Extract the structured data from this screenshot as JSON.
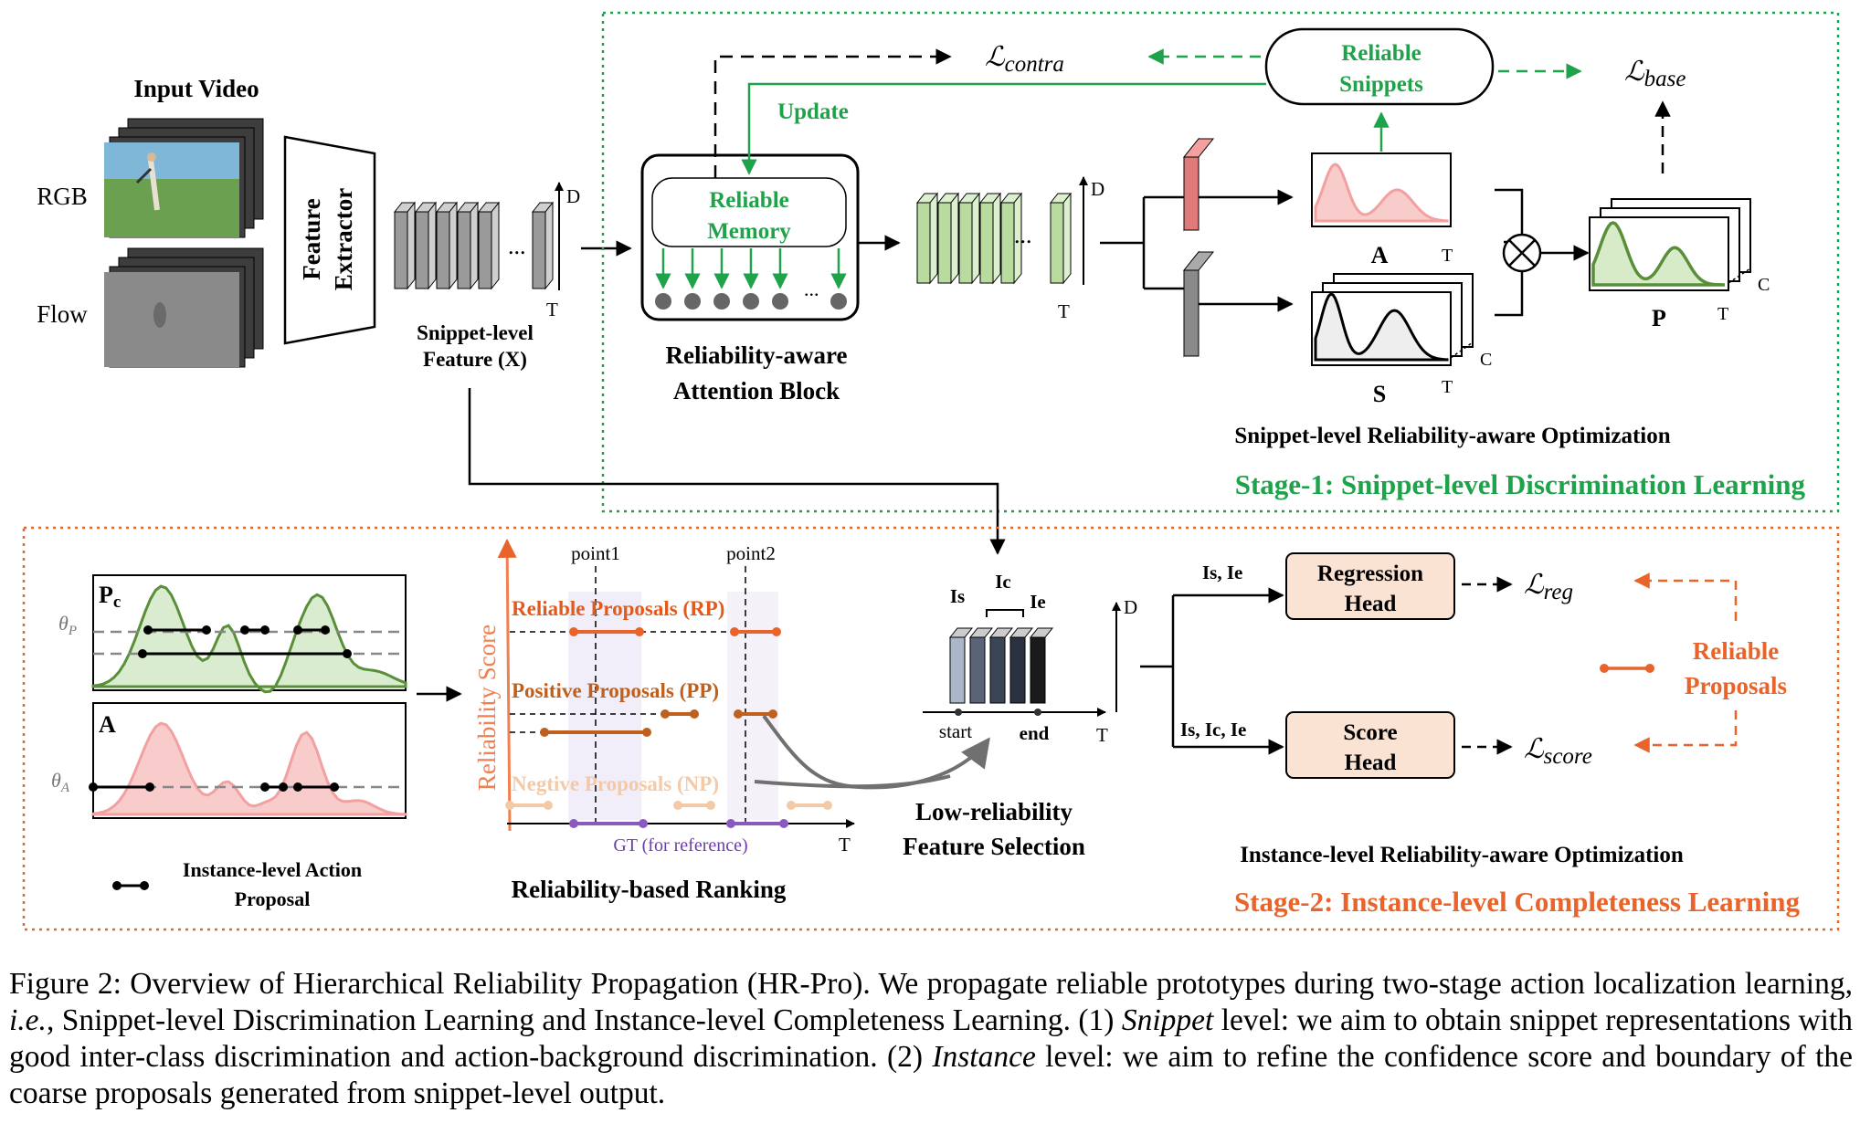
{
  "input": {
    "title": "Input Video",
    "rgb": "RGB",
    "flow": "Flow",
    "extractor_line1": "Feature",
    "extractor_line2": "Extractor",
    "dots": "...",
    "axis_d": "D",
    "axis_t": "T",
    "feature_label_line1": "Snippet-level",
    "feature_label_line2": "Feature (X)"
  },
  "stage1": {
    "title": "Stage-1: Snippet-level  Discrimination  Learning",
    "loss_contra": "ℒ",
    "loss_contra_sub": "contra",
    "loss_base": "ℒ",
    "loss_base_sub": "base",
    "reliable_snippets_line1": "Reliable",
    "reliable_snippets_line2": "Snippets",
    "update": "Update",
    "memory_line1": "Reliable",
    "memory_line2": "Memory",
    "memory_dots": "...",
    "attention_line1": "Reliability-aware",
    "attention_line2": "Attention Block",
    "dots": "...",
    "axis_d": "D",
    "axis_t": "T",
    "a_label": "A",
    "s_label": "S",
    "p_label": "P",
    "axis_c": "C",
    "opt_label": "Snippet-level Reliability-aware Optimization"
  },
  "stage2": {
    "title": "Stage-2: Instance-level  Completeness  Learning",
    "pc_label": "P",
    "pc_sub": "c",
    "theta_p": "θ",
    "theta_p_sub": "P",
    "a_label": "A",
    "theta_a": "θ",
    "theta_a_sub": "A",
    "proposal_legend_line1": "Instance-level Action",
    "proposal_legend_line2": "Proposal",
    "ranking": {
      "yaxis": "Reliability Score",
      "point1": "point1",
      "point2": "point2",
      "rp": "Reliable Proposals (RP)",
      "pp": "Positive Proposals (PP)",
      "np": "Negtive Proposals (NP)",
      "gt": "GT (for reference)",
      "axis_t": "T",
      "title": "Reliability-based Ranking"
    },
    "selection": {
      "is": "Is",
      "ic": "Ic",
      "ie": "Ie",
      "start": "start",
      "end": "end",
      "axis_d": "D",
      "axis_t": "T",
      "title_line1": "Low-reliability",
      "title_line2": "Feature Selection"
    },
    "branch_top": "Is, Ie",
    "branch_bottom": "Is, Ic, Ie",
    "regression_line1": "Regression",
    "regression_line2": "Head",
    "score_line1": "Score",
    "score_line2": "Head",
    "loss_reg": "ℒ",
    "loss_reg_sub": "reg",
    "loss_score": "ℒ",
    "loss_score_sub": "score",
    "reliable_props_line1": "Reliable",
    "reliable_props_line2": "Proposals",
    "opt_label": "Instance-level Reliability-aware Optimization"
  },
  "caption": {
    "fig_label": "Figure 2:",
    "text1": " Overview of Hierarchical Reliability Propagation (HR-Pro). We propagate reliable prototypes during two-stage action localization learning, ",
    "ie": "i.e.",
    "text2": ", Snippet-level Discrimination Learning and Instance-level Completeness Learning. (1) ",
    "snippet": "Snippet",
    "text3": " level: we aim to obtain snippet representations with good inter-class discrimination and action-background discrimination. (2) ",
    "instance": "Instance",
    "text4": " level: we aim to refine the confidence score and boundary of the coarse proposals generated from snippet-level output."
  },
  "colors": {
    "green": "#1fa34a",
    "orange": "#e8642a",
    "feature_gray": "#9a9a9a",
    "feature_green": "#b9dba0",
    "curve_green": "#5a8f3a",
    "curve_pink": "#f2a0a0",
    "head_fill": "#fbe3d4"
  }
}
